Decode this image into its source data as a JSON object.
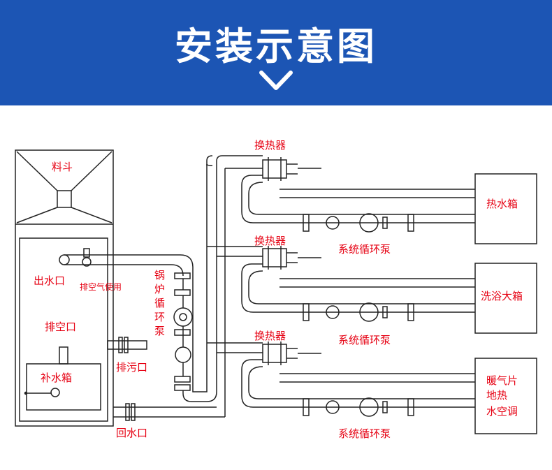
{
  "header": {
    "title": "安装示意图",
    "chevron_icon": "chevron-down-icon",
    "background_color": "#1c55b4"
  },
  "labels": {
    "hopper": "料斗",
    "water_outlet": "出水口",
    "air_vent_use": "排空气使用",
    "vent_port": "排空口",
    "makeup_tank": "补水箱",
    "drain_port": "排污口",
    "return_port": "回水口",
    "boiler_pump": [
      "锅",
      "炉",
      "循",
      "环",
      "泵"
    ],
    "heat_exchanger_1": "换热器",
    "heat_exchanger_2": "换热器",
    "heat_exchanger_3": "换热器",
    "system_pump_1": "系统循环泵",
    "system_pump_2": "系统循环泵",
    "system_pump_3": "系统循环泵",
    "hot_water_tank": "热水箱",
    "bath_tank": "洗浴大箱",
    "radiator": "暖气片",
    "floor_heating": "地热",
    "water_ac": "水空调"
  },
  "colors": {
    "label": "#e60012",
    "line": "#222222"
  }
}
